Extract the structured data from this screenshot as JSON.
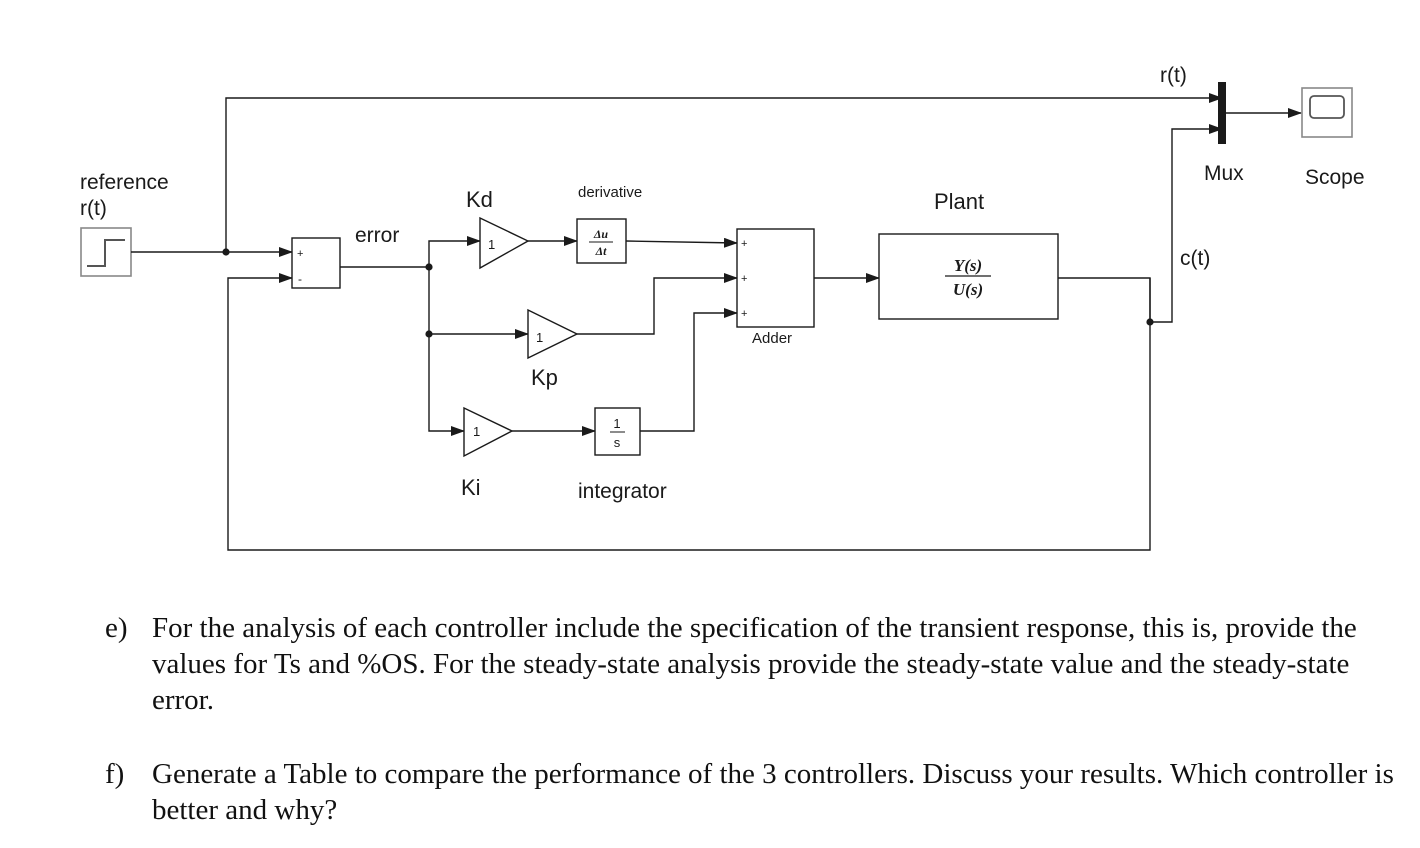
{
  "diagram": {
    "labels": {
      "reference_line1": "reference",
      "reference_line2": "r(t)",
      "error": "error",
      "kd": "Kd",
      "kp": "Kp",
      "ki": "Ki",
      "derivative": "derivative",
      "integrator": "integrator",
      "adder": "Adder",
      "plant": "Plant",
      "mux": "Mux",
      "scope": "Scope",
      "r_t": "r(t)",
      "c_t": "c(t)"
    },
    "gain_values": {
      "kd": "1",
      "kp": "1",
      "ki": "1"
    },
    "derivative_block": {
      "numerator": "Δu",
      "denominator": "Δt"
    },
    "integrator_block": {
      "numerator": "1",
      "denominator": "s"
    },
    "plant_block": {
      "numerator": "Y(s)",
      "denominator": "U(s)"
    },
    "sum_signs": [
      "+",
      "-"
    ],
    "adder_signs": [
      "+",
      "+",
      "+"
    ]
  },
  "questions": [
    {
      "label": "e)",
      "text": "For the analysis of each controller include the specification of the transient response, this is, provide the values for Ts and %OS. For the steady-state analysis provide the steady-state value and the steady-state error."
    },
    {
      "label": "f)",
      "text": "Generate a Table to compare the performance of the 3 controllers. Discuss your results. Which controller is better and why?"
    }
  ]
}
